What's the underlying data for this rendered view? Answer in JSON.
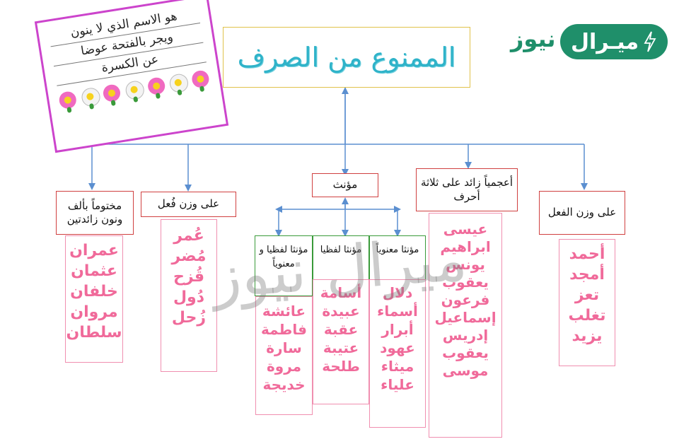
{
  "title": "الممنوع من الصرف",
  "note": {
    "lines": [
      "هو الاسم الذي لا ينون",
      "ويجر بالفتحة عوضا",
      "عن الكسرة"
    ]
  },
  "logo": {
    "pill_text": "ميـرال",
    "word": "نيوز",
    "icon": "lightning-bolt-icon",
    "color": "#1f8f6a"
  },
  "watermark": "ميرال نيوز",
  "colors": {
    "connector": "#5b8fd0",
    "category_border": "#d04040",
    "subcategory_border": "#3a9a3a",
    "list_text": "#f06a9a",
    "title_text": "#2fb3c9"
  },
  "categories": {
    "feminine": {
      "label": "مؤنث"
    },
    "alif_nun": {
      "label": "مختوماً بألف ونون زائدتين",
      "items": [
        "عمران",
        "عثمان",
        "خلفان",
        "مروان",
        "سلطان"
      ]
    },
    "fuel": {
      "label": "على وزن فُعل",
      "items": [
        "عُمر",
        "مُضر",
        "قُزح",
        "دُول",
        "زُحل"
      ]
    },
    "foreign": {
      "label": "أعجمياً زائد على ثلاثة أحرف",
      "items": [
        "عيسى",
        "ابراهيم",
        "يونس",
        "يعقوب",
        "فرعون",
        "إسماعيل",
        "إدريس",
        "يعقوب",
        "موسى"
      ]
    },
    "verb_form": {
      "label": "على وزن الفعل",
      "items": [
        "أحمد",
        "أمجد",
        "تعز",
        "تغلب",
        "يزيد"
      ]
    }
  },
  "subcategories": {
    "both": {
      "label": "مؤنثا لفظيا و معنوياً",
      "items": [
        "عائشة",
        "فاطمة",
        "سارة",
        "مروة",
        "خديجة"
      ]
    },
    "verbal": {
      "label": "مؤنثا لفظيا",
      "items": [
        "أسامة",
        "عبيدة",
        "عقبة",
        "عتيبة",
        "طلحة"
      ]
    },
    "semantic": {
      "label": "مؤنثا معنوياً",
      "items": [
        "دلال",
        "أسماء",
        "أبرار",
        "عهود",
        "ميثاء",
        "علياء"
      ]
    }
  }
}
